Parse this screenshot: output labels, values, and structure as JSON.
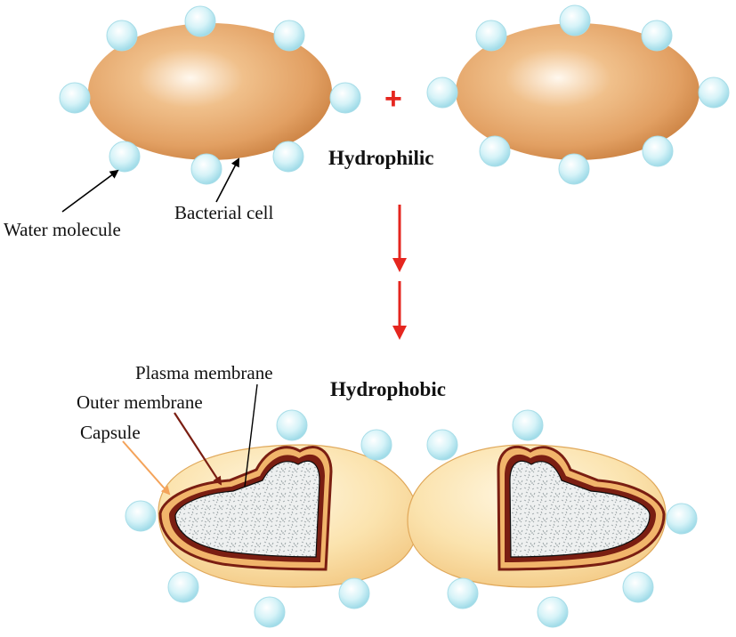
{
  "labels": {
    "water_molecule": "Water molecule",
    "bacterial_cell": "Bacterial cell",
    "hydrophilic": "Hydrophilic",
    "hydrophobic": "Hydrophobic",
    "plasma_membrane": "Plasma membrane",
    "outer_membrane": "Outer membrane",
    "capsule": "Capsule",
    "plus": "+"
  },
  "colors": {
    "cell_orange": "#e3a065",
    "cell_highlight": "#fff6ea",
    "water_blue": "#c9eef5",
    "water_edge": "#9ad9e6",
    "arrow_red": "#e5261f",
    "capsule_fill": "#fbe1a8",
    "outer_membrane": "#7a1e12",
    "capsule_arrow": "#f4a35a",
    "plasma_line": "#000000"
  },
  "icons": [
    "water-molecule-icon",
    "bacterial-cell-icon",
    "cutaway-bacterium-icon"
  ]
}
